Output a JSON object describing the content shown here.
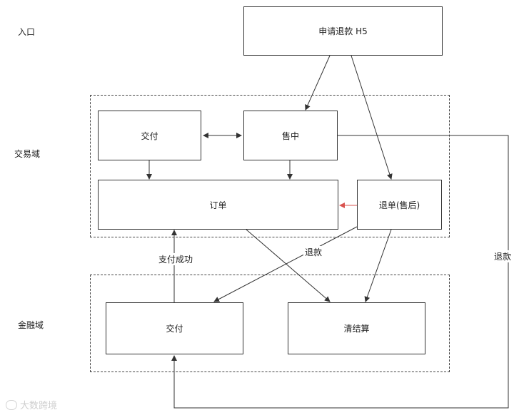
{
  "lanes": {
    "entry": "入口",
    "trade": "交易域",
    "finance": "金融域"
  },
  "nodes": {
    "refund_h5": "申请退款 H5",
    "trade_pay": "交付",
    "in_sale": "售中",
    "order": "订单",
    "refund_order": "退单(售后)",
    "finance_pay": "交付",
    "settlement": "清结算"
  },
  "edges": {
    "pay_success": "支付成功",
    "refund_mid": "退款",
    "refund_right": "退款"
  },
  "colors": {
    "line": "#333333",
    "highlight_arrow": "#d9534f"
  },
  "watermark": "大数跨境"
}
